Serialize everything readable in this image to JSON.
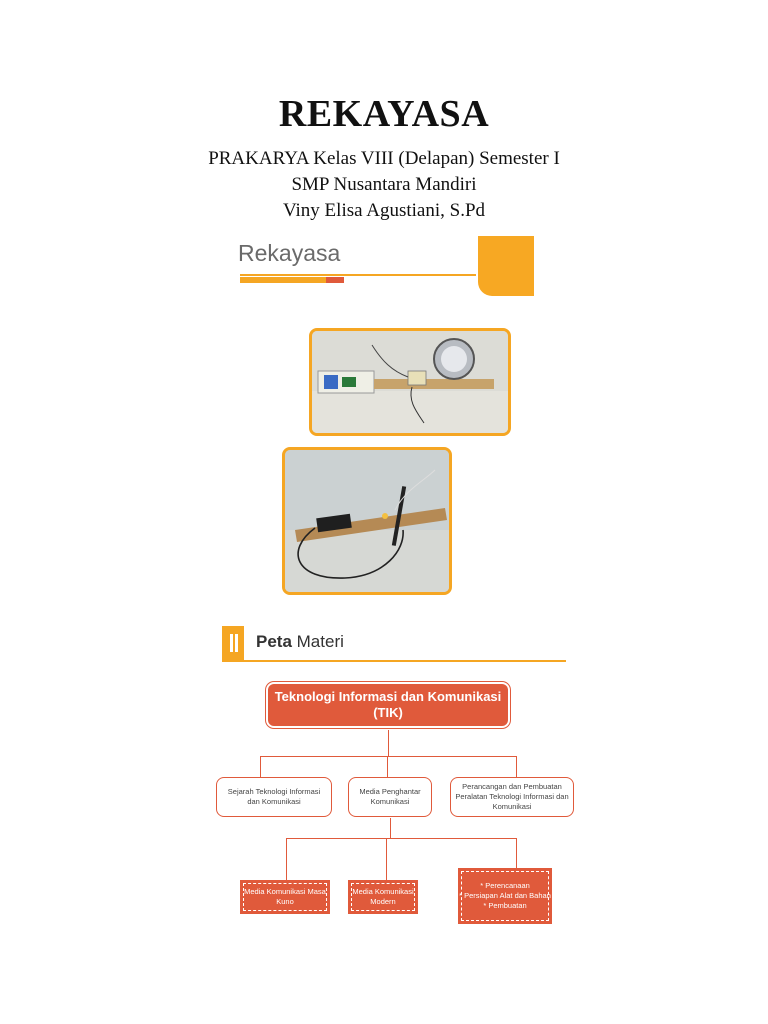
{
  "document": {
    "title": "REKAYASA",
    "subtitle_lines": [
      "PRAKARYA Kelas VIII (Delapan) Semester I",
      "SMP Nusantara Mandiri",
      "Viny Elisa Agustiani, S.Pd"
    ]
  },
  "banner": {
    "label": "Rekayasa"
  },
  "peta_materi": {
    "bold": "Peta",
    "rest": " Materi"
  },
  "concept_map": {
    "main": "Teknologi Informasi dan Komunikasi (TIK)",
    "mid": [
      "Sejarah Teknologi Informasi dan Komunikasi",
      "Media Penghantar Komunikasi",
      "Perancangan dan Pembuatan Peralatan Teknologi Informasi dan Komunikasi"
    ],
    "low": [
      "Media Komunikasi Masa Kuno",
      "Media Komunikasi Modern",
      "* Perencanaan\n* Persiapan Alat dan Bahan\n* Pembuatan"
    ]
  },
  "colors": {
    "accent_orange": "#f5a623",
    "accent_red": "#e05a3b"
  }
}
